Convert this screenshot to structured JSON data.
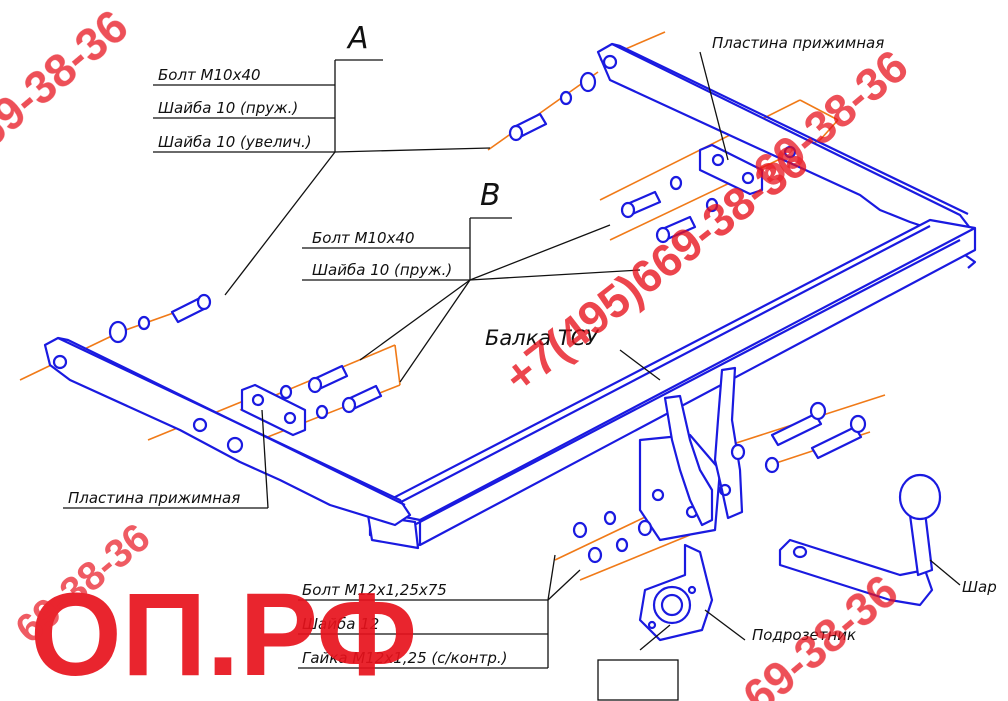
{
  "callouts": {
    "A": {
      "letter": "A",
      "items": [
        "Болт М10х40",
        "Шайба 10 (пруж.)",
        "Шайба 10 (увелич.)"
      ]
    },
    "B": {
      "letter": "B",
      "items": [
        "Болт М10х40",
        "Шайба 10 (пруж.)"
      ]
    },
    "bottom": {
      "items": [
        "Болт М12х1,25х75",
        "Шайба 12",
        "Гайка М12х1,25 (с/контр.)"
      ]
    }
  },
  "labels": {
    "plate_top": "Пластина прижимная",
    "plate_left": "Пластина прижимная",
    "beam": "Балка ТСУ",
    "socket": "Подрозетник",
    "ball": "Шар"
  },
  "watermark": {
    "domain": "ОП.РФ",
    "phone": "+7(495)669-38-36",
    "phone_fragment": "69-38-36",
    "color": "#e8121c"
  },
  "colors": {
    "drawing": "#1a1ae0",
    "axis": "#f07a18",
    "leader": "#111111"
  }
}
